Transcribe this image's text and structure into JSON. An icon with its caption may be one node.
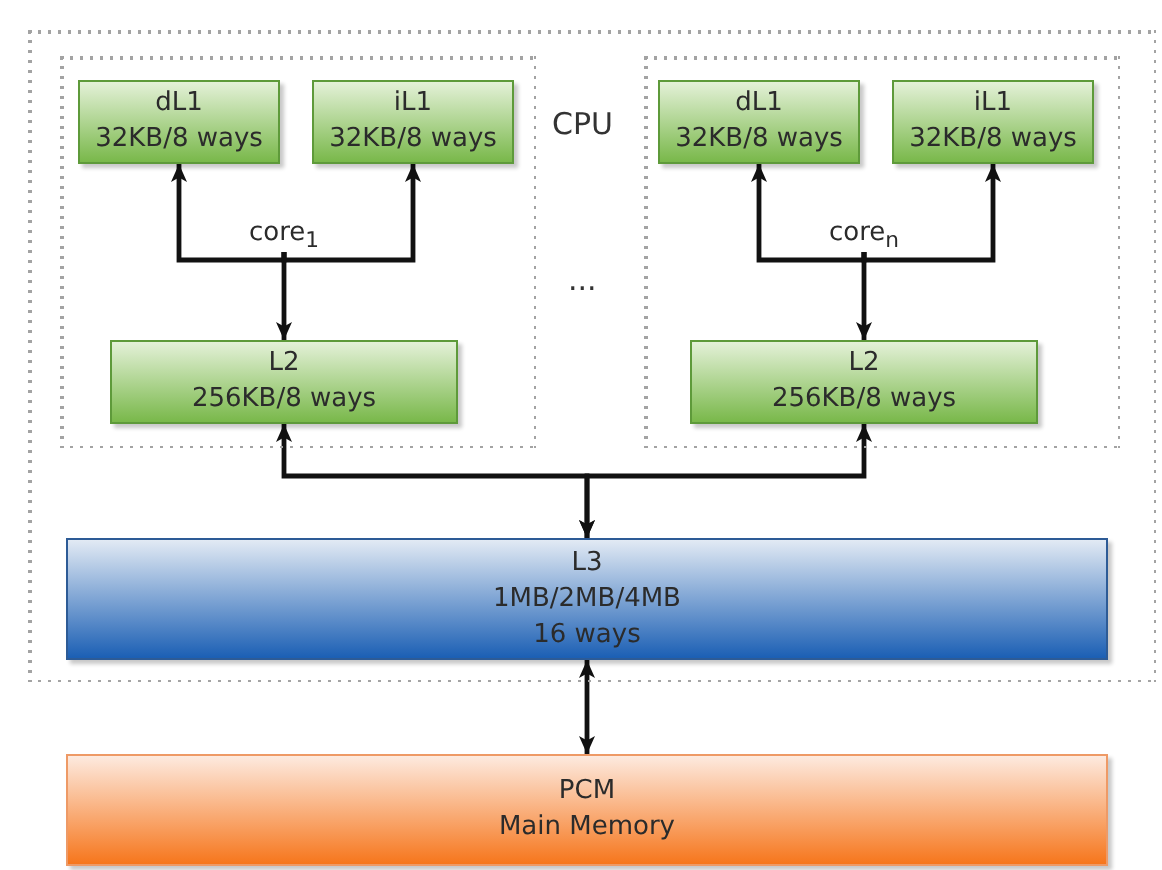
{
  "diagram": {
    "nodes": [
      {
        "text": [
          "CPU"
        ]
      },
      {
        "text": [],
        "shape": "box",
        "in": 0
      },
      {
        "text": [
          "dL1",
          "32KB/8 ways"
        ],
        "in": 1
      },
      {
        "text": [
          "iL1",
          "32KB/8 ways"
        ],
        "in": 1
      },
      {
        "text": [
          "core$_{1}$"
        ],
        "in": 1
      },
      {
        "text": [
          "L2",
          "256KB/8 ways"
        ],
        "in": 1
      },
      {
        "text": [],
        "shape": "box",
        "in": 0
      },
      {
        "text": [
          "dL1",
          "32KB/8 ways"
        ],
        "in": 6
      },
      {
        "text": [
          "iL1",
          "32KB/8 ways"
        ],
        "in": 6
      },
      {
        "text": [
          "core$_{n}$"
        ],
        "in": 6
      },
      {
        "text": [
          "L2",
          "256KB/8 ways"
        ],
        "in": 6
      },
      {
        "text": [
          "L3",
          "1MB/2MB/4MB",
          "16 ways"
        ],
        "in": 0
      },
      {
        "text": [
          "PCM",
          "Main Memory"
        ]
      }
    ],
    "edges": [
      {
        "from": 4,
        "to": 2,
        "arrow": "to"
      },
      {
        "from": 4,
        "to": 3,
        "arrow": "to"
      },
      {
        "from": 4,
        "to": 5,
        "arrow": "to"
      },
      {
        "from": 9,
        "to": 7,
        "arrow": "to"
      },
      {
        "from": 9,
        "to": 8,
        "arrow": "to"
      },
      {
        "from": 9,
        "to": 10,
        "arrow": "to"
      },
      {
        "from": 5,
        "to": 11,
        "arrow": "both"
      },
      {
        "from": 10,
        "to": 11,
        "arrow": "both"
      },
      {
        "from": 11,
        "to": 12,
        "arrow": "both"
      }
    ],
    "labels": [
      "..."
    ]
  }
}
